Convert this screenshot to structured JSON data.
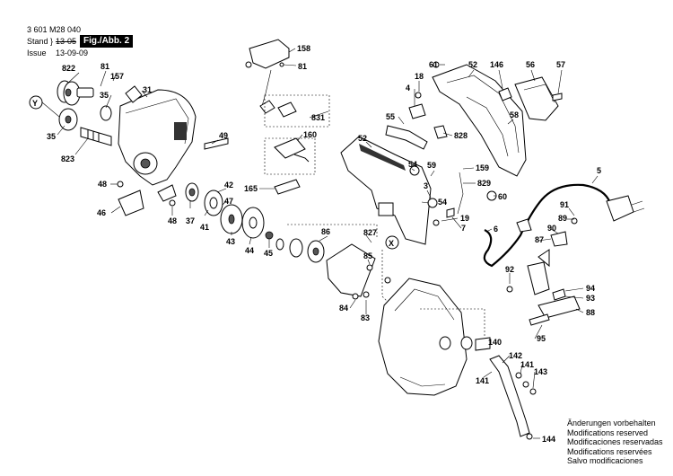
{
  "header": {
    "doc_number": "3 601 M28 040",
    "stand_label": "Stand",
    "issue_label": "Issue",
    "stand_value": "13-05",
    "issue_value": "13-09-09",
    "figure_label": "Fig./Abb. 2"
  },
  "callouts": {
    "c822": "822",
    "c81a": "81",
    "c157": "157",
    "c35a": "35",
    "c31": "31",
    "cY": "Y",
    "c35b": "35",
    "c823": "823",
    "c49": "49",
    "c48a": "48",
    "c46": "46",
    "c48b": "48",
    "c37": "37",
    "c41": "41",
    "c42": "42",
    "c47": "47",
    "c43": "43",
    "c44": "44",
    "c45": "45",
    "c158": "158",
    "c81b": "81",
    "c831": "831",
    "c160": "160",
    "c165": "165",
    "c18": "18",
    "c4": "4",
    "c61": "61",
    "c52a": "52",
    "c146": "146",
    "c56": "56",
    "c57": "57",
    "c58": "58",
    "c55": "55",
    "c828": "828",
    "c52b": "52",
    "c159": "159",
    "c54a": "54",
    "c59": "59",
    "c829": "829",
    "c60": "60",
    "c3": "3",
    "c54b": "54",
    "c19": "19",
    "c7": "7",
    "c6": "6",
    "c5": "5",
    "c91": "91",
    "c89": "89",
    "c90": "90",
    "c87": "87",
    "c86": "86",
    "c827": "827",
    "cX": "X",
    "c85": "85",
    "c92": "92",
    "c94": "94",
    "c93": "93",
    "c88": "88",
    "c84": "84",
    "c83": "83",
    "c95": "95",
    "c140": "140",
    "c142": "142",
    "c141a": "141",
    "c143": "143",
    "c141b": "141",
    "c144": "144"
  },
  "footer": {
    "line1": "Änderungen vorbehalten",
    "line2": "Modifications reserved",
    "line3": "Modificaciones reservadas",
    "line4": "Modifications reservées",
    "line5": "Salvo modificaciones"
  }
}
